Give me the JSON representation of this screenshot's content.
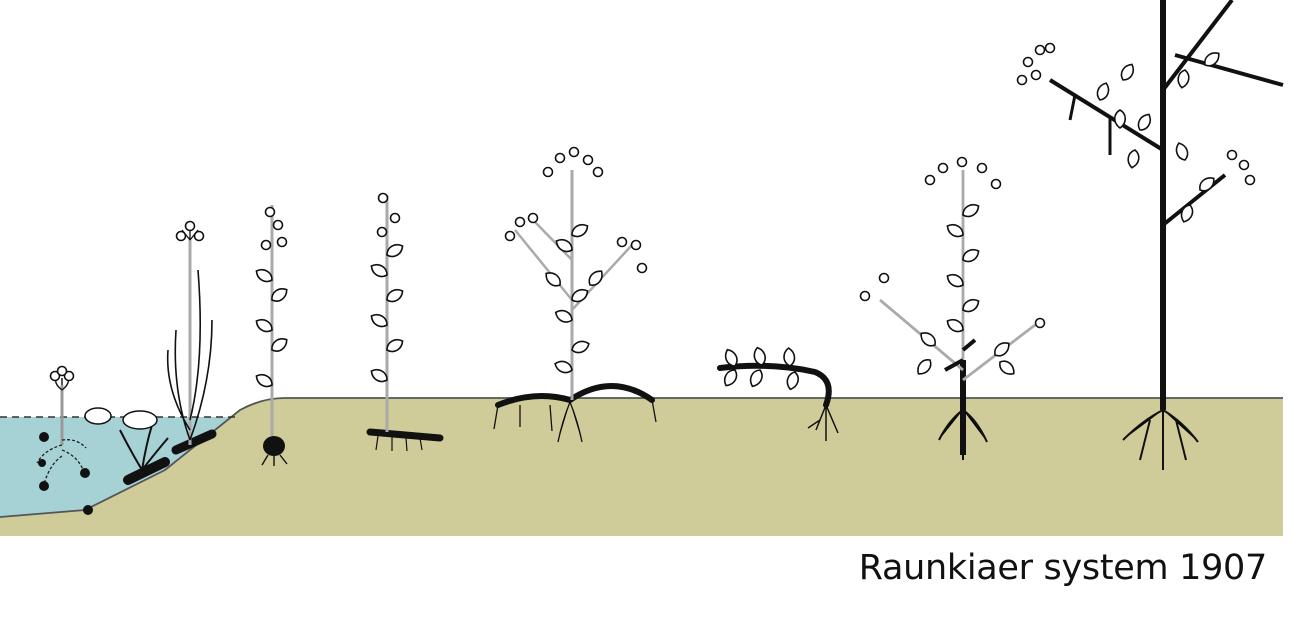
{
  "caption": "Raunkiaer system 1907",
  "colors": {
    "soil": "#cfcc9a",
    "water": "#a6d2d5",
    "sky": "#ffffff",
    "ink": "#111111",
    "stem_light": "#aaaaaa"
  },
  "plants": [
    "hydrophyte",
    "helophyte",
    "geophyte-bulb",
    "geophyte-rhizome",
    "hemicryptophyte",
    "chamaephyte",
    "nanophanerophyte",
    "phanerophyte-tree"
  ]
}
